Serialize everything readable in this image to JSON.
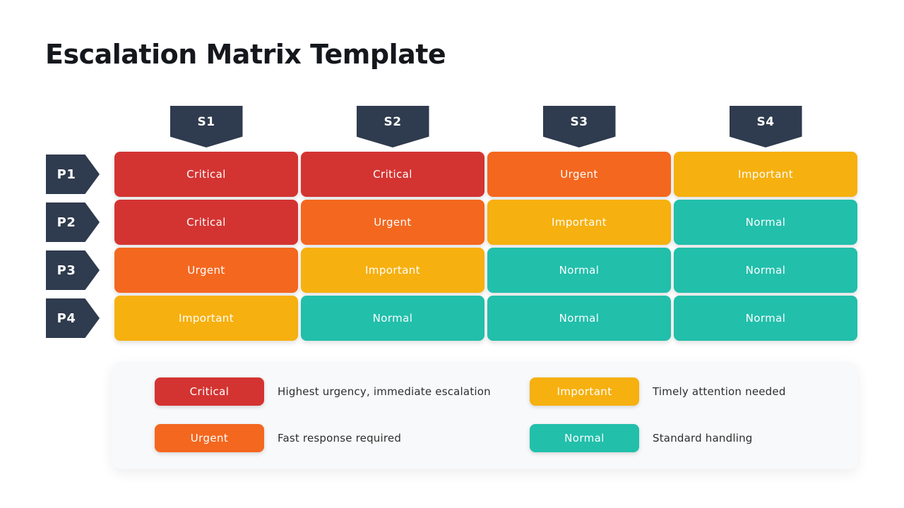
{
  "title": "Escalation Matrix Template",
  "colors": {
    "navy": "#2F3B4E",
    "page_background": "#FFFFFF",
    "legend_background": "#F8F9FA",
    "title_color": "#14171C",
    "description_color": "#2E2E2E",
    "severity": {
      "critical": "#D33432",
      "urgent": "#F4671F",
      "important": "#F6B00F",
      "normal": "#22BFAB"
    }
  },
  "matrix": {
    "column_headers": [
      "S1",
      "S2",
      "S3",
      "S4"
    ],
    "row_headers": [
      "P1",
      "P2",
      "P3",
      "P4"
    ],
    "rows": [
      [
        "Critical",
        "Critical",
        "Urgent",
        "Important"
      ],
      [
        "Critical",
        "Urgent",
        "Important",
        "Normal"
      ],
      [
        "Urgent",
        "Important",
        "Normal",
        "Normal"
      ],
      [
        "Important",
        "Normal",
        "Normal",
        "Normal"
      ]
    ]
  },
  "legend": {
    "columns": [
      [
        {
          "label": "Critical",
          "description": "Highest urgency, immediate escalation"
        },
        {
          "label": "Urgent",
          "description": "Fast response required"
        }
      ],
      [
        {
          "label": "Important",
          "description": "Timely attention needed"
        },
        {
          "label": "Normal",
          "description": "Standard handling"
        }
      ]
    ]
  }
}
